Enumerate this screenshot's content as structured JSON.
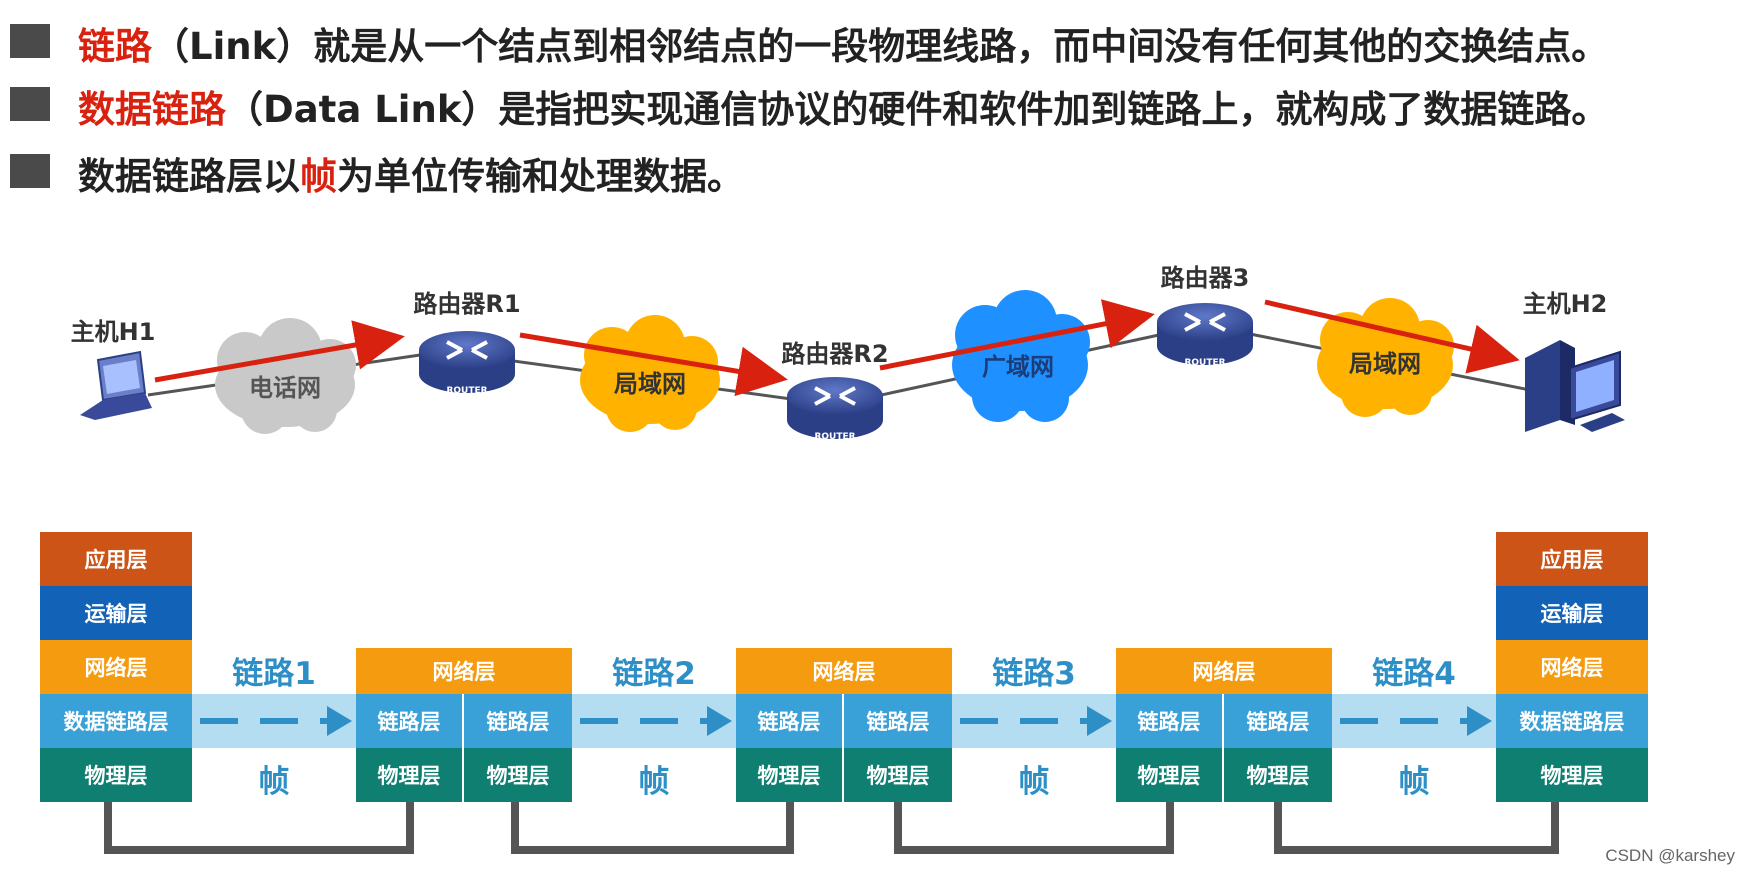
{
  "bullets": [
    {
      "hl": "链路",
      "text": "（Link）就是从一个结点到相邻结点的一段物理线路，而中间没有任何其他的交换结点。"
    },
    {
      "hl": "数据链路",
      "text": "（Data Link）是指把实现通信协议的硬件和软件加到链路上，就构成了数据链路。"
    },
    {
      "pre": "数据链路层以",
      "hl": "帧",
      "post": "为单位传输和处理数据。"
    }
  ],
  "topology": {
    "host1": "主机H1",
    "host2": "主机H2",
    "router1": "路由器R1",
    "router2": "路由器R2",
    "router3": "路由器3",
    "router_badge": "ROUTER",
    "cloud_phone": "电话网",
    "cloud_lan1": "局域网",
    "cloud_wan": "广域网",
    "cloud_lan2": "局域网"
  },
  "layers": {
    "app": "应用层",
    "transport": "运输层",
    "network": "网络层",
    "datalink": "数据链路层",
    "link": "链路层",
    "physical": "物理层"
  },
  "links": [
    "链路1",
    "链路2",
    "链路3",
    "链路4"
  ],
  "frame": "帧",
  "watermark": "CSDN @karshey",
  "colors": {
    "highlight": "#d8220f",
    "app": "#cc5417",
    "transport": "#1262b8",
    "network": "#f59b10",
    "datalink": "#3aa1d8",
    "physical": "#0f7f71",
    "arrow": "#d8220f",
    "cloud_gray": "#c9c9c9",
    "cloud_orange": "#ffb300",
    "cloud_blue": "#1e90ff"
  }
}
